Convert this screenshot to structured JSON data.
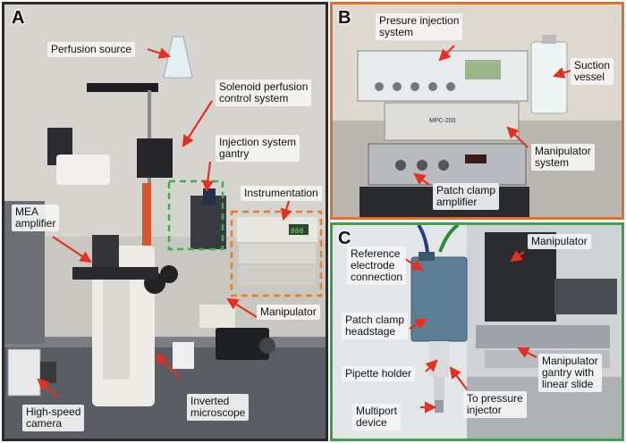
{
  "panels": {
    "a": {
      "letter": "A",
      "labels": {
        "perfusion_source": "Perfusion source",
        "solenoid_1": "Solenoid perfusion",
        "solenoid_2": "control system",
        "injection_gantry_1": "Injection system",
        "injection_gantry_2": "gantry",
        "instrumentation": "Instrumentation",
        "mea_amplifier_1": "MEA",
        "mea_amplifier_2": "amplifier",
        "manipulator": "Manipulator",
        "camera_1": "High-speed",
        "camera_2": "camera",
        "microscope_1": "Inverted",
        "microscope_2": "microscope"
      },
      "device_text": {
        "led_readout": "888"
      }
    },
    "b": {
      "letter": "B",
      "labels": {
        "pressure_injection_1": "Presure injection",
        "pressure_injection_2": "system",
        "suction_vessel_1": "Suction",
        "suction_vessel_2": "vessel",
        "manipulator_system_1": "Manipulator",
        "manipulator_system_2": "system",
        "patch_clamp_amplifier_1": "Patch clamp",
        "patch_clamp_amplifier_2": "amplifier"
      },
      "device_text": {
        "manipulator_model": "MPC-200"
      }
    },
    "c": {
      "letter": "C",
      "labels": {
        "reference_1": "Reference",
        "reference_2": "electrode",
        "reference_3": "connection",
        "manipulator": "Manipulator",
        "headstage_1": "Patch clamp",
        "headstage_2": "headstage",
        "pipette_holder": "Pipette holder",
        "gantry_1": "Manipulator",
        "gantry_2": "gantry with",
        "gantry_3": "linear slide",
        "pressure_injector_1": "To pressure",
        "pressure_injector_2": "injector",
        "multiport_1": "Multiport",
        "multiport_2": "device"
      }
    }
  },
  "colors": {
    "panel_a_border": "#2a2a2a",
    "panel_b_border": "#e0702a",
    "panel_c_border": "#3aa24a",
    "arrow": "#e53020",
    "gantry_dashed_box": "#3ab04a",
    "instrumentation_dashed_box": "#f07a20"
  }
}
